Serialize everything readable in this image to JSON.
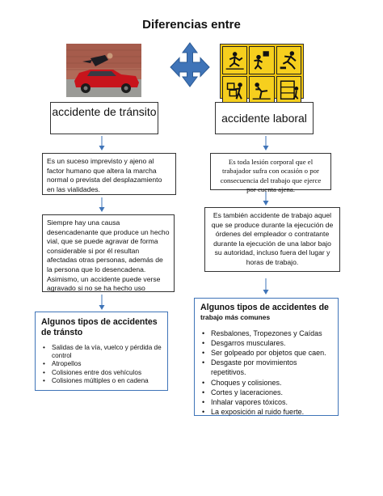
{
  "title": "Diferencias entre",
  "left": {
    "image": "car-hitting-person-photo",
    "heading": "accidente de tránsito",
    "definition": "Es un suceso imprevisto y ajeno al factor humano que altera la marcha normal o prevista del desplazamiento en las vialidades.",
    "note": "Siempre hay una causa desencadenante que produce un hecho vial, que se puede agravar de forma considerable si por él resultan afectadas otras personas, además de la persona que lo desencadena. Asimismo, un accidente puede verse agravado si no se ha hecho uso",
    "types": {
      "title": "Algunos tipos de accidentes de tránsto",
      "items": [
        "Salidas de la vía, vuelco y pérdida de control",
        "Atropellos",
        "Colisiones entre dos vehículos",
        "Colisiones múltiples o en cadena"
      ]
    }
  },
  "right": {
    "image": "workplace-hazard-icons",
    "heading": "accidente laboral",
    "definition": "Es toda lesión corporal que el trabajador sufra con ocasión o por consecuencia del trabajo que ejerce por cuenta ajena.",
    "note": "Es también accidente de trabajo aquel que se produce durante la ejecución de órdenes del empleador o contratante durante la ejecución de una labor bajo su autoridad, incluso fuera del lugar y horas de trabajo.",
    "types": {
      "title": "Algunos tipos de accidentes de",
      "subtitle": "trabajo más comunes",
      "items": [
        "Resbalones, Tropezones y Caídas",
        "Desgarros musculares.",
        "Ser golpeado por objetos que caen.",
        "Desgaste por movimientos repetitivos.",
        "Choques y colisiones.",
        "Cortes y laceraciones.",
        "Inhalar vapores tóxicos.",
        "La exposición al ruido fuerte."
      ]
    }
  },
  "colors": {
    "arrow": "#3f74b8",
    "icon_yellow": "#f2c60f",
    "car_red": "#c8141c"
  }
}
